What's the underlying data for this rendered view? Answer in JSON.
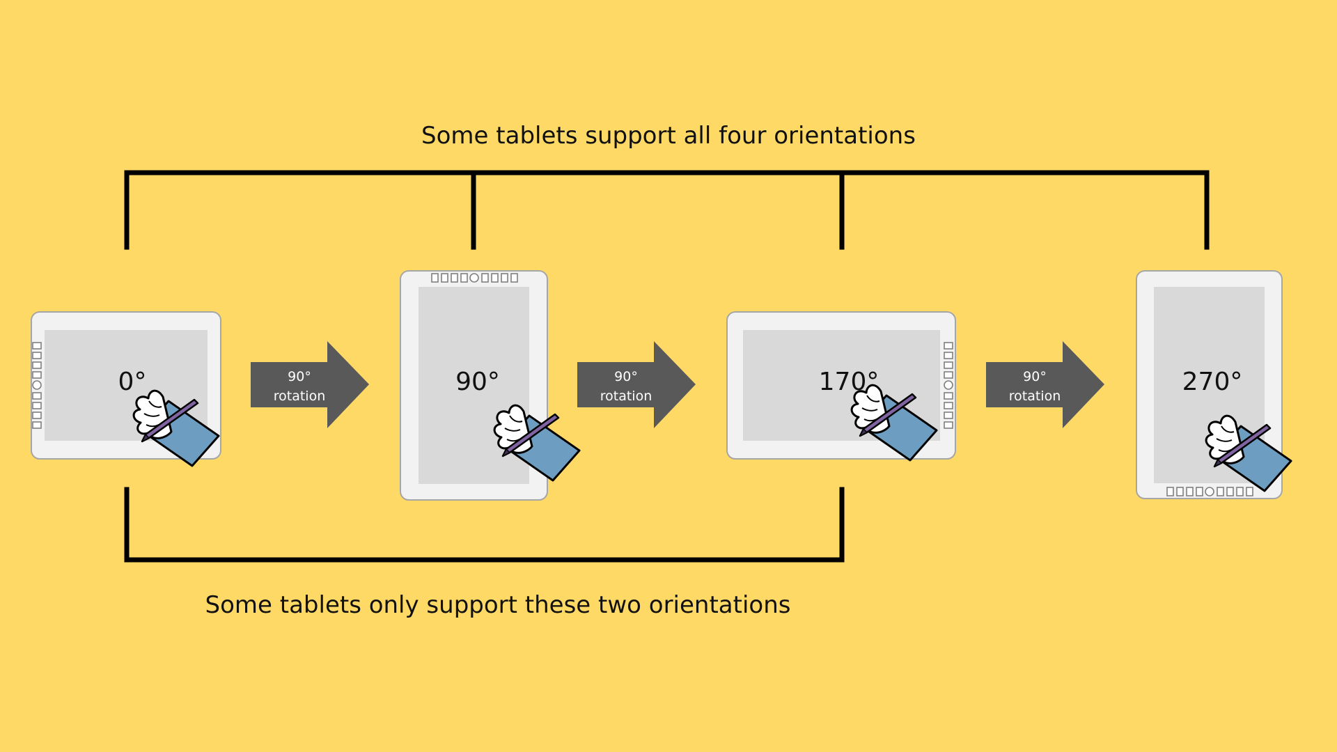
{
  "captions": {
    "top": "Some tablets support all four orientations",
    "bottom": "Some tablets only support these two orientations"
  },
  "tablets": [
    {
      "angle": "0°"
    },
    {
      "angle": "90°"
    },
    {
      "angle": "170°"
    },
    {
      "angle": "270°"
    }
  ],
  "arrows": [
    {
      "line1": "90°",
      "line2": "rotation"
    },
    {
      "line1": "90°",
      "line2": "rotation"
    },
    {
      "line1": "90°",
      "line2": "rotation"
    }
  ],
  "colors": {
    "background": "#FFD966",
    "tablet_frame": "#F2F2F2",
    "tablet_screen": "#D9D9D9",
    "arrow": "#595959",
    "pen": "#8064A2",
    "sleeve": "#6D9EC1",
    "bracket": "#000000"
  },
  "icons": [
    "tablet-device-icon",
    "hand-with-stylus-icon",
    "hardware-buttons-icon",
    "right-arrow-icon"
  ]
}
